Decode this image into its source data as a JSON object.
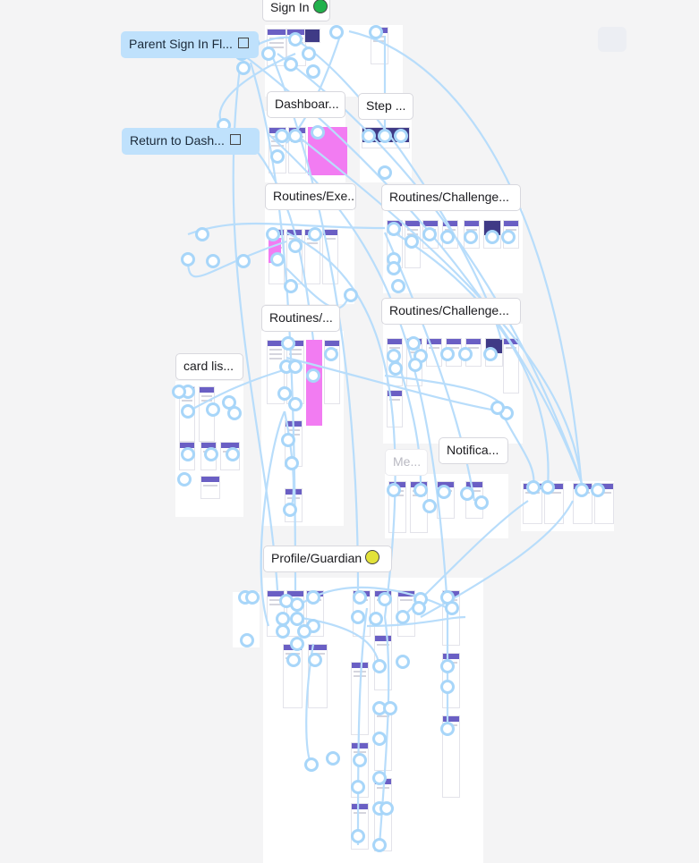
{
  "flows": [
    {
      "id": "sign-in",
      "label": "Sign In",
      "dot": "#22b14c"
    },
    {
      "id": "parent-sign-in",
      "label": "Parent Sign In Fl...",
      "selected": true
    },
    {
      "id": "return-dash",
      "label": "Return to Dash...",
      "selected": true
    },
    {
      "id": "dashboard",
      "label": "Dashboar..."
    },
    {
      "id": "step",
      "label": "Step ..."
    },
    {
      "id": "routines-exe",
      "label": "Routines/Exe..."
    },
    {
      "id": "routines-challenge-1",
      "label": "Routines/Challenge..."
    },
    {
      "id": "routines-short",
      "label": "Routines/..."
    },
    {
      "id": "routines-challenge-2",
      "label": "Routines/Challenge..."
    },
    {
      "id": "card-list",
      "label": "card lis..."
    },
    {
      "id": "notifica",
      "label": "Notifica..."
    },
    {
      "id": "me",
      "label": "Me...",
      "faded": true
    },
    {
      "id": "profile-guardian",
      "label": "Profile/Guardian",
      "dot": "#e2e23a"
    }
  ],
  "colors": {
    "canvas": "#f4f4f5",
    "connector": "#b8ddfb",
    "selected": "#bfe1fc",
    "frame_header": "#6a5fc4",
    "pink_frame": "#f27cf2"
  },
  "icons": [
    "section-icon",
    "start-dot-green",
    "start-dot-yellow"
  ]
}
